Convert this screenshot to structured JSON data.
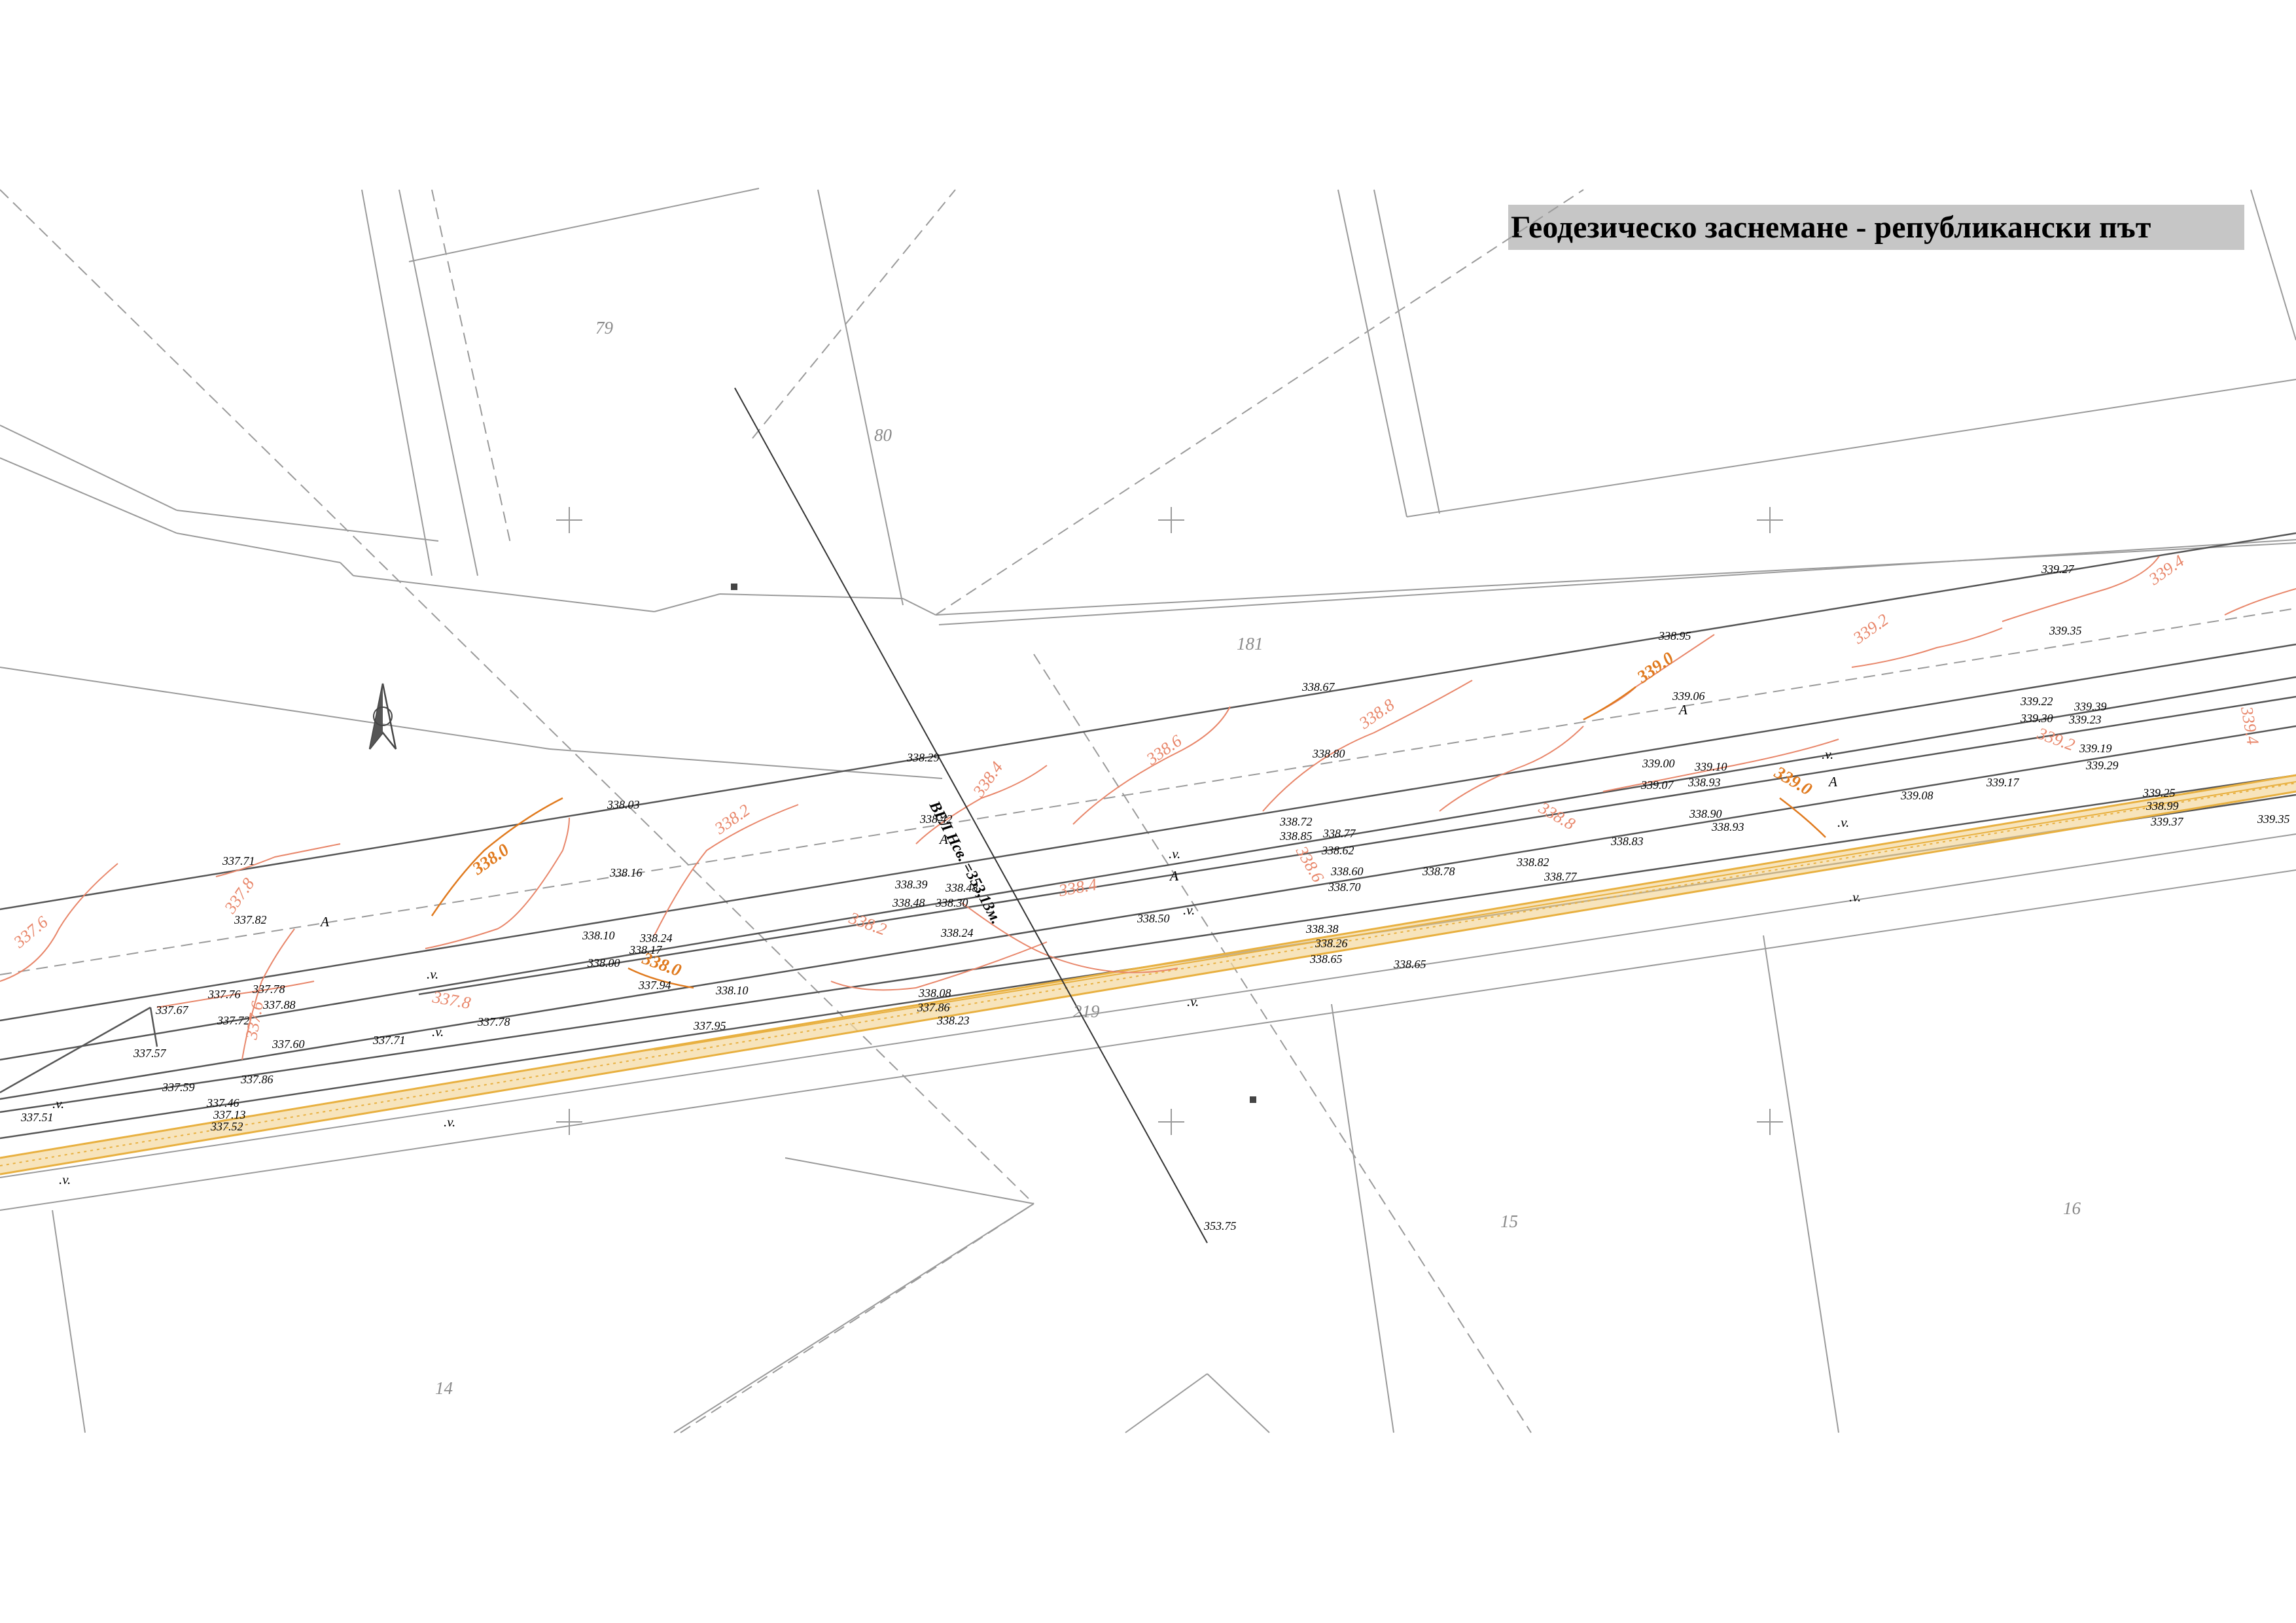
{
  "title": "Геодезическо заснемане - републикански път",
  "power_line_label": "ВЕЛ Нсв. =353,13м.",
  "parcels": [
    {
      "id": "p79",
      "text": "79"
    },
    {
      "id": "p80",
      "text": "80"
    },
    {
      "id": "p181",
      "text": "181"
    },
    {
      "id": "p219",
      "text": "219"
    },
    {
      "id": "p14",
      "text": "14"
    },
    {
      "id": "p15",
      "text": "15"
    },
    {
      "id": "p16",
      "text": "16"
    }
  ],
  "elevation_points": [
    "339.27",
    "339.35",
    "338.95",
    "339.06",
    "338.67",
    "339.22",
    "339.30",
    "339.39",
    "339.23",
    "339.19",
    "339.29",
    "339.00",
    "339.10",
    "339.07",
    "338.93",
    "339.25",
    "338.99",
    "339.37",
    "339.35",
    "339.08",
    "339.17",
    "338.80",
    "338.29",
    "338.42",
    "338.90",
    "338.93",
    "338.83",
    "338.72",
    "338.85",
    "338.77",
    "338.62",
    "338.60",
    "338.70",
    "338.78",
    "338.82",
    "338.77",
    "338.03",
    "338.16",
    "337.71",
    "337.82",
    "338.39",
    "338.48",
    "338.48",
    "338.30",
    "338.24",
    "338.50",
    "338.10",
    "338.24",
    "338.17",
    "338.00",
    "337.94",
    "338.10",
    "338.38",
    "338.26",
    "338.65",
    "338.65",
    "337.76",
    "337.78",
    "337.88",
    "337.67",
    "337.72",
    "337.60",
    "337.71",
    "337.78",
    "337.57",
    "337.86",
    "337.59",
    "337.46",
    "337.13",
    "337.52",
    "337.51",
    "338.08",
    "337.86",
    "338.23",
    "337.95",
    "353.75"
  ],
  "contour_labels": [
    "339.4",
    "339.2",
    "339.4",
    "339.0",
    "338.8",
    "338.6",
    "338.4",
    "338.2",
    "338.0",
    "337.8",
    "337.6",
    "339.2",
    "339.0",
    "338.8",
    "338.6",
    "338.4",
    "338.2",
    "338.0",
    "337.8",
    "337.6"
  ],
  "symbols": {
    "a_mark": "A",
    "v_mark": ".v."
  },
  "colors": {
    "line": "#555555",
    "parcel_line": "#9a9a9a",
    "contour": "#e8866a",
    "contour_major": "#e07a1e",
    "road_hatch": "#e8b040",
    "title_bg": "#c6c6c6"
  },
  "icons": [
    "north-arrow-icon",
    "pole-icon",
    "grid-cross-icon"
  ]
}
